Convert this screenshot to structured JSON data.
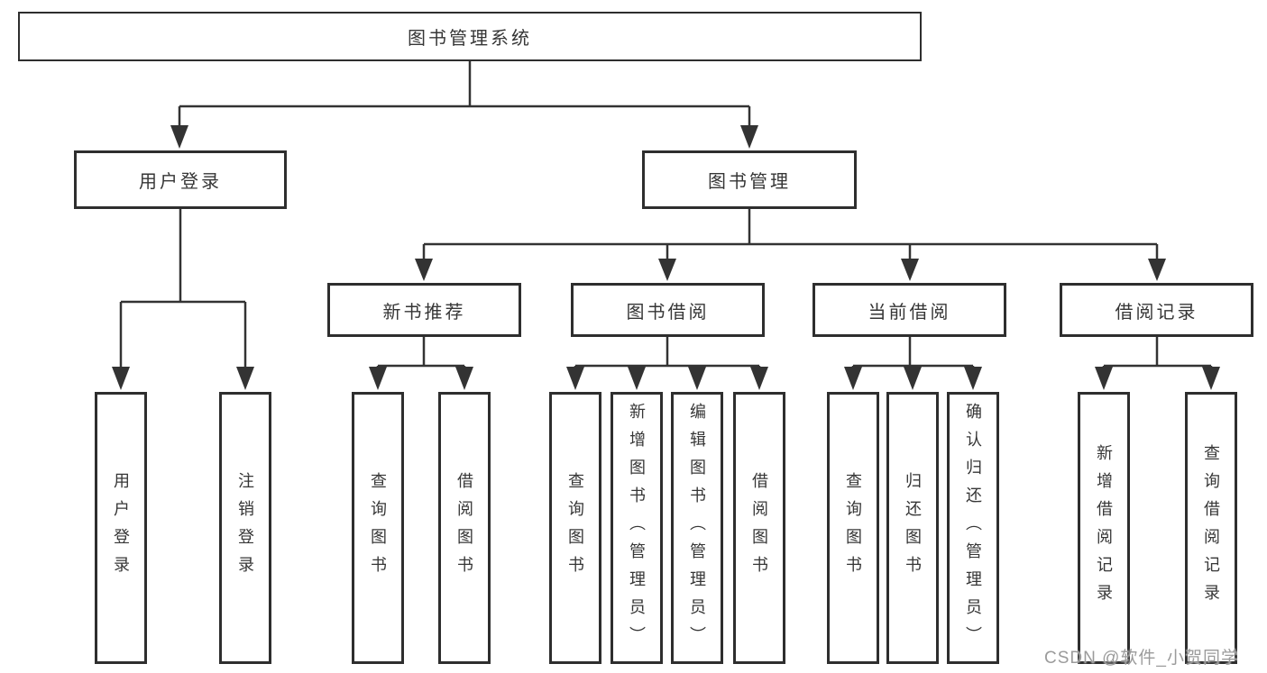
{
  "tree": {
    "root": "图书管理系统",
    "branches": [
      {
        "label": "用户登录",
        "leaves": [
          "用户登录",
          "注销登录"
        ]
      },
      {
        "label": "图书管理",
        "sections": [
          {
            "label": "新书推荐",
            "leaves": [
              "查询图书",
              "借阅图书"
            ]
          },
          {
            "label": "图书借阅",
            "leaves": [
              "查询图书",
              "新增图书（管理员）",
              "编辑图书（管理员）",
              "借阅图书"
            ]
          },
          {
            "label": "当前借阅",
            "leaves": [
              "查询图书",
              "归还图书",
              "确认归还（管理员）"
            ]
          },
          {
            "label": "借阅记录",
            "leaves": [
              "新增借阅记录",
              "查询借阅记录"
            ]
          }
        ]
      }
    ]
  },
  "watermark": "CSDN @软件_小贺同学",
  "colors": {
    "line": "#333333",
    "box_border": "#2e2e2e",
    "text": "#363636",
    "box_background": "#ffffff",
    "watermark": "#9b9b9b",
    "page_background": "#ffffff"
  }
}
